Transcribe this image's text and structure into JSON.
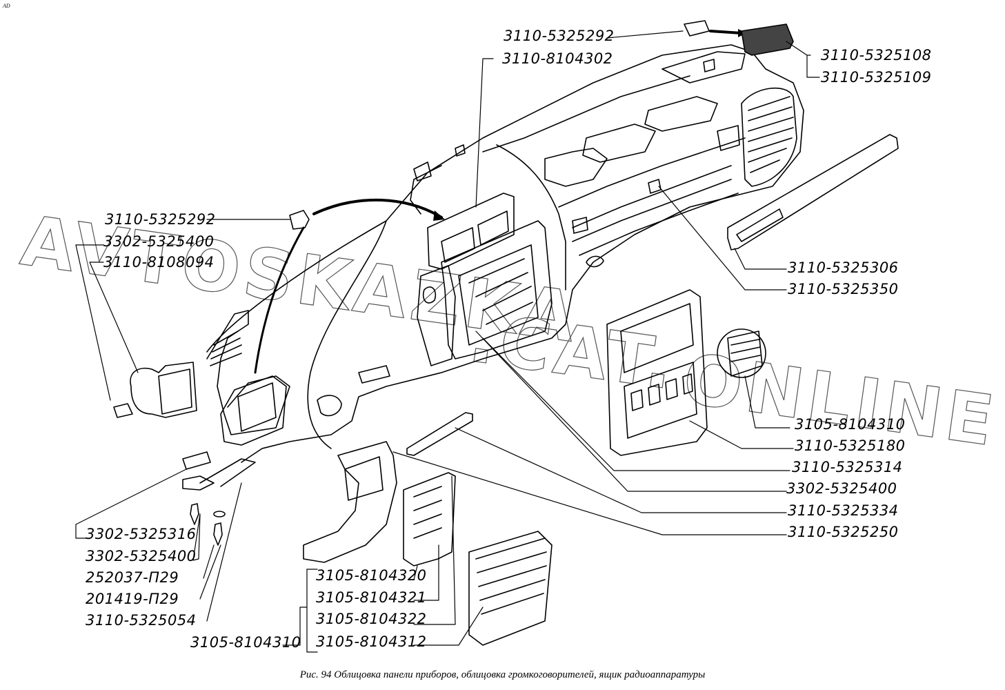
{
  "corner_mark": "AD",
  "caption": "Рис. 94  Облицовка панели приборов, облицовка громкоговорителей, ящик радиоаппаратуры",
  "watermark": "AVTOSKAZKA.CAT.ONLINE",
  "watermark_parts": [
    "AVTOSKAZKA",
    ".CAT.",
    "ONLINE"
  ],
  "labels": {
    "top_1": "3110-5325292",
    "top_2": "3110-8104302",
    "top_right_1": "3110-5325108",
    "top_right_2": "3110-5325109",
    "left_1": "3110-5325292",
    "left_2": "3302-5325400",
    "left_3": "3110-8108094",
    "right_1": "3110-5325306",
    "right_2": "3110-5325350",
    "right_3": "3105-8104310",
    "right_4": "3110-5325180",
    "right_5": "3110-5325314",
    "right_6": "3302-5325400",
    "right_7": "3110-5325334",
    "right_8": "3110-5325250",
    "bottom_left_1": "3302-5325316",
    "bottom_left_2": "3302-5325400",
    "bottom_left_3": "252037-П29",
    "bottom_left_4": "201419-П29",
    "bottom_left_5": "3110-5325054",
    "bottom_left_6": "3105-8104310",
    "bottom_mid_1": "3105-8104320",
    "bottom_mid_2": "3105-8104321",
    "bottom_mid_3": "3105-8104322",
    "bottom_mid_4": "3105-8104312"
  },
  "diagram": {
    "type": "exploded-parts-view",
    "subject": "Instrument panel trim, speaker trim, radio equipment box",
    "figure_number": "94"
  }
}
